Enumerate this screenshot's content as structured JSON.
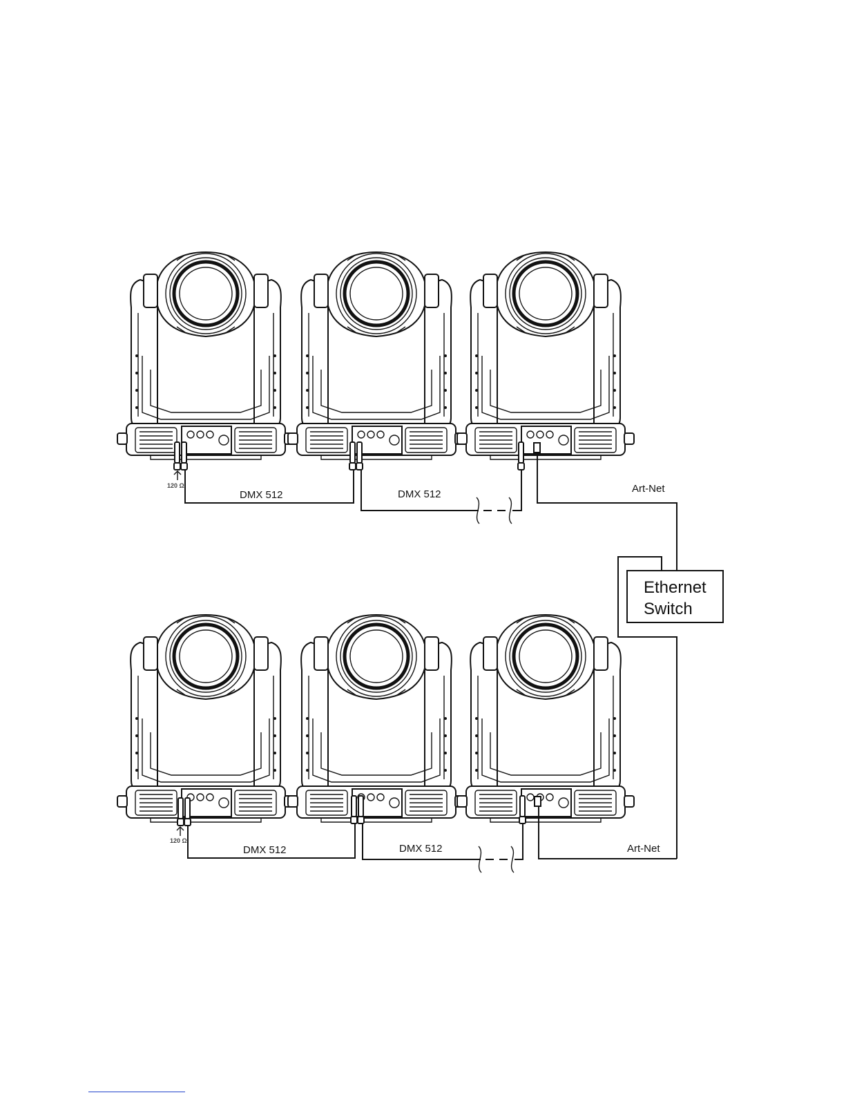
{
  "labels": {
    "dmx": "DMX 512",
    "artnet": "Art-Net",
    "switch_line1": "Ethernet",
    "switch_line2": "Switch",
    "terminator": "120 Ω"
  },
  "colors": {
    "line": "#111111",
    "background": "#ffffff",
    "footer_rule": "#2244cc"
  }
}
